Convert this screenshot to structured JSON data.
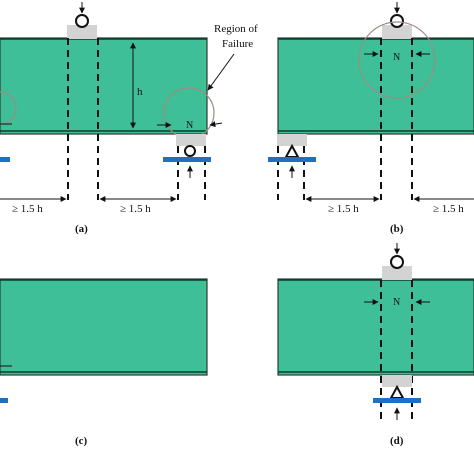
{
  "colors": {
    "beam_fill": "#3fbf98",
    "support_plate": "#1f6fc4",
    "bearing_pad": "#d3d3d3"
  },
  "labels": {
    "region_of_failure_line1": "Region of",
    "region_of_failure_line2": "Failure",
    "height": "h",
    "node": "N",
    "distance": "≥ 1.5 h"
  },
  "panels": {
    "a": "(a)",
    "b": "(b)",
    "c": "(c)",
    "d": "(d)"
  }
}
